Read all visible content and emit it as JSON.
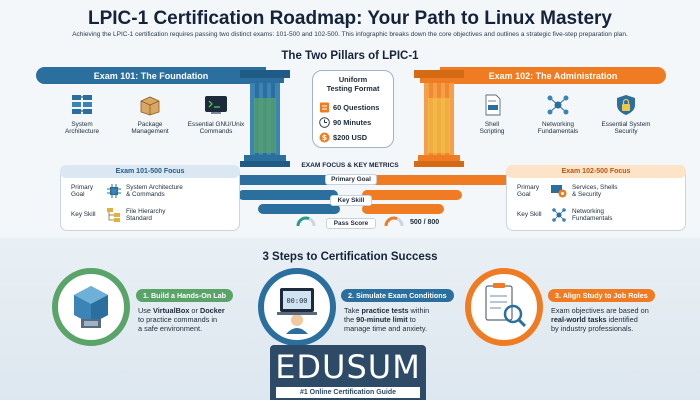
{
  "header": {
    "title": "LPIC-1 Certification Roadmap: Your Path to Linux Mastery",
    "subtitle": "Achieving the LPIC-1 certification requires passing two distinct exams: 101-500 and 102-500. This infographic breaks down the core objectives and outlines a strategic five-step preparation plan."
  },
  "pillars": {
    "section_title": "The Two Pillars of LPIC-1",
    "exam101": {
      "label": "Exam 101: The Foundation",
      "color": "#2a6f9e",
      "topics": [
        {
          "label": "System\nArchitecture",
          "icon": "server-rack-icon"
        },
        {
          "label": "Package\nManagement",
          "icon": "package-box-icon"
        },
        {
          "label": "Essential GNU/Unix\nCommands",
          "icon": "terminal-icon"
        }
      ]
    },
    "exam102": {
      "label": "Exam 102: The Administration",
      "color": "#ef7c22",
      "topics": [
        {
          "label": "Shell\nScripting",
          "icon": "script-file-icon"
        },
        {
          "label": "Networking\nFundamentals",
          "icon": "network-nodes-icon"
        },
        {
          "label": "Essential System\nSecurity",
          "icon": "security-lock-icon"
        }
      ]
    },
    "format": {
      "title": "Uniform\nTesting Format",
      "questions": "60 Questions",
      "duration": "90 Minutes",
      "price": "$200 USD"
    }
  },
  "metrics": {
    "title": "EXAM FOCUS & KEY METRICS",
    "primary_goal": "Primary Goal",
    "key_skill": "Key Skill",
    "pass_score_label": "Pass Score",
    "pass_score_value": "500 / 800",
    "pass_score_fraction": 0.625
  },
  "focus101": {
    "title": "Exam 101-500 Focus",
    "primary_goal_key": "Primary\nGoal",
    "primary_goal_value": "System Architecture\n& Commands",
    "key_skill_key": "Key Skill",
    "key_skill_value": "File Hierarchy\nStandard"
  },
  "focus102": {
    "title": "Exam 102-500 Focus",
    "primary_goal_key": "Primary\nGoal",
    "primary_goal_value": "Services, Shells\n& Security",
    "key_skill_key": "Key Skill",
    "key_skill_value": "Networking\nFundamentals"
  },
  "steps": {
    "section_title": "3 Steps to Certification Success",
    "items": [
      {
        "label": "1. Build a Hands-On Lab",
        "color": "#5aa469",
        "icon": "virtual-machine-icon",
        "text_parts": [
          "Use ",
          "VirtualBox",
          " or ",
          "Docker",
          "\nto practice commands in\na safe environment."
        ]
      },
      {
        "label": "2. Simulate Exam Conditions",
        "color": "#2a6f9e",
        "icon": "timed-exam-icon",
        "text_parts": [
          "Take ",
          "practice tests",
          " within\nthe ",
          "90-minute limit",
          " to\nmanage time and anxiety."
        ]
      },
      {
        "label": "3. Align Study to Job Roles",
        "color": "#ef7c22",
        "icon": "job-analysis-icon",
        "text_parts": [
          "Exam objectives are based on\n",
          "real-world tasks",
          " identified\nby industry professionals."
        ]
      }
    ]
  },
  "brand": {
    "name": "EDUSUM",
    "tagline": "#1 Online Certification Guide"
  }
}
